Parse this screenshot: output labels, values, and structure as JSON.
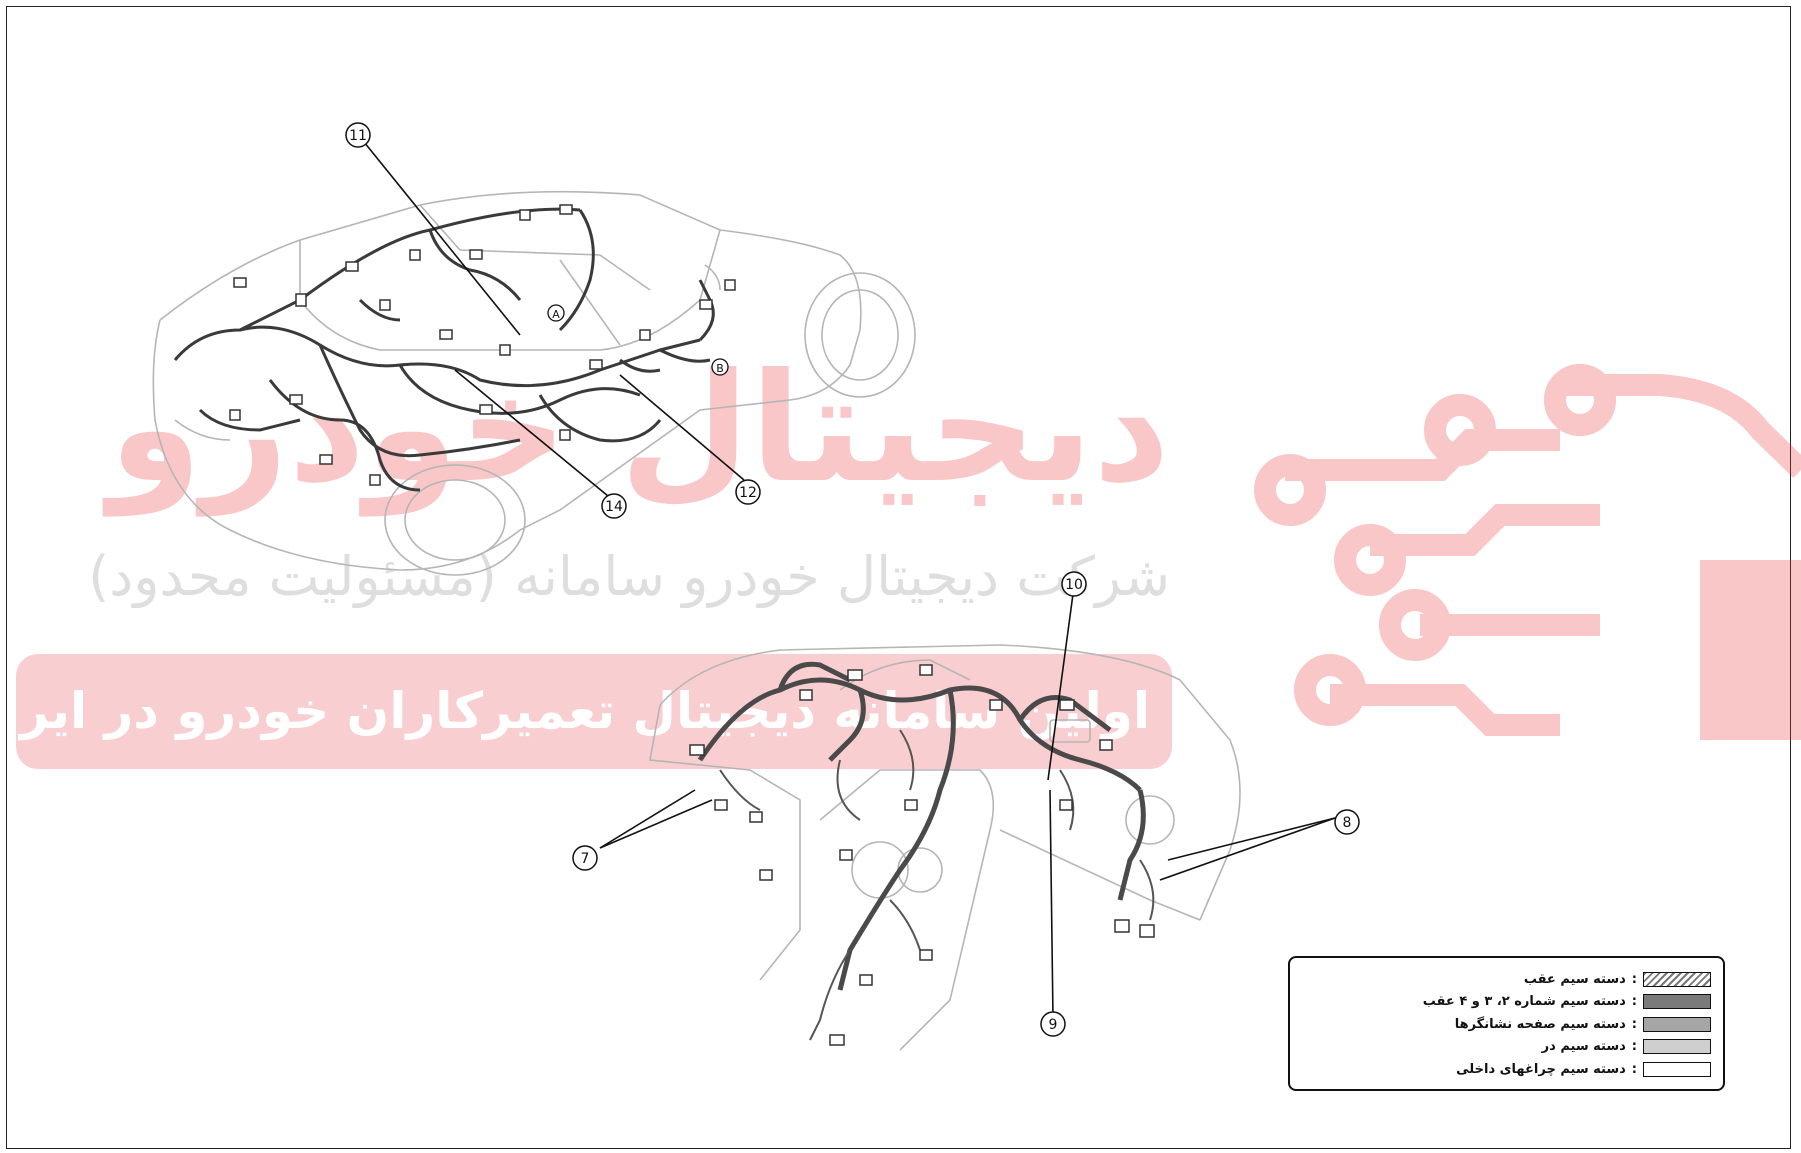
{
  "watermark": {
    "brand": "دیجیتال خودرو",
    "company": "شرکت دیجیتال خودرو سامانه (مسئولیت محدود)",
    "tagline": "اولین سامانه دیجیتال تعمیرکاران خودرو در ایران",
    "color": "#e8363b"
  },
  "callouts": [
    {
      "id": "c11",
      "label": "11"
    },
    {
      "id": "c12",
      "label": "12"
    },
    {
      "id": "c14",
      "label": "14"
    },
    {
      "id": "c10",
      "label": "10"
    },
    {
      "id": "c9",
      "label": "9"
    },
    {
      "id": "c8",
      "label": "8"
    },
    {
      "id": "c7",
      "label": "7"
    }
  ],
  "connector_marks": [
    {
      "id": "A",
      "label": "A"
    },
    {
      "id": "B",
      "label": "B"
    }
  ],
  "legend": {
    "items": [
      {
        "label": "دسته سیم عقب",
        "swatch": "hatched"
      },
      {
        "label": "دسته سیم شماره ۲، ۳ و ۴ عقب",
        "swatch": "#7a7a7a"
      },
      {
        "label": "دسته سیم صفحه نشانگرها",
        "swatch": "#a6a6a6"
      },
      {
        "label": "دسته سیم در",
        "swatch": "#cfcfcf"
      },
      {
        "label": "دسته سیم چراغهای داخلی",
        "swatch": "#ffffff"
      }
    ],
    "colon": ":"
  }
}
